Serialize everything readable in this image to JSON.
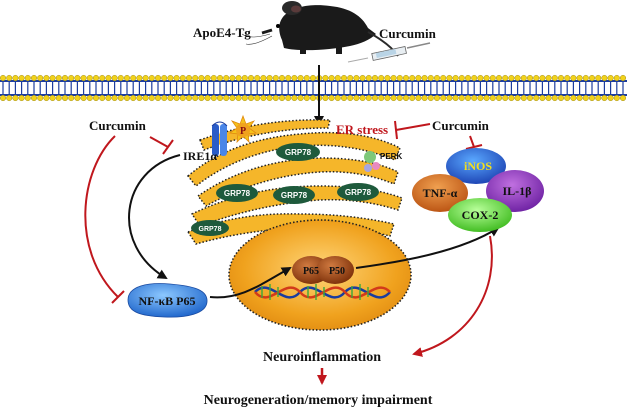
{
  "header": {
    "mouse_label": "ApoE4-Tg",
    "drug_label": "Curcumin"
  },
  "signals": {
    "curcumin_left": "Curcumin",
    "curcumin_right": "Curcumin",
    "er_stress": "ER stress",
    "ire1a": "IRE1α",
    "perk": "PERK",
    "phospho": "P"
  },
  "er": {
    "grp78_labels": [
      "GRP78",
      "GRP78",
      "GRP78",
      "GRP78",
      "GRP78"
    ]
  },
  "nucleus": {
    "p65": "P65",
    "p50": "P50"
  },
  "nfkb": {
    "label": "NF-κB P65"
  },
  "cytokines": {
    "inos": "iNOS",
    "tnf": "TNF-α",
    "il1b": "IL-1β",
    "cox2": "COX-2"
  },
  "outcomes": {
    "neuroinflammation": "Neuroinflammation",
    "final": "Neurogeneration/memory impairment"
  },
  "colors": {
    "membrane_head": "#f2d21a",
    "membrane_tail": "#1c3d9e",
    "inhibit": "#c0171d",
    "er_fill": "#f5b62a",
    "grp78": "#1e5a3c",
    "nucleus": "#f0a21e",
    "nfkb": "#2d7fe0"
  }
}
